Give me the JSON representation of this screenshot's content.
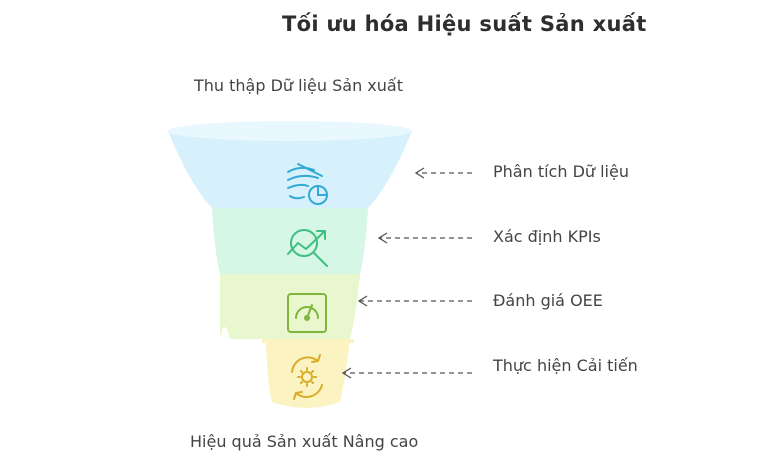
{
  "title": "Tối ưu hóa Hiệu suất Sản xuất",
  "input_label": "Thu thập Dữ liệu Sản xuất",
  "output_label": "Hiệu quả Sản xuất Nâng cao",
  "stages": [
    {
      "label": "Phân tích Dữ liệu",
      "icon": "data-analysis-icon",
      "fill": "#d6f1fb",
      "stroke": "#33a9d6"
    },
    {
      "label": "Xác định KPIs",
      "icon": "trend-search-icon",
      "fill": "#d6f6e6",
      "stroke": "#3cbf7f"
    },
    {
      "label": "Đánh giá OEE",
      "icon": "gauge-icon",
      "fill": "#e9f7cf",
      "stroke": "#7fb53a"
    },
    {
      "label": "Thực hiện Cải tiến",
      "icon": "gear-cycle-icon",
      "fill": "#fcf3c2",
      "stroke": "#d9ad2a"
    }
  ]
}
